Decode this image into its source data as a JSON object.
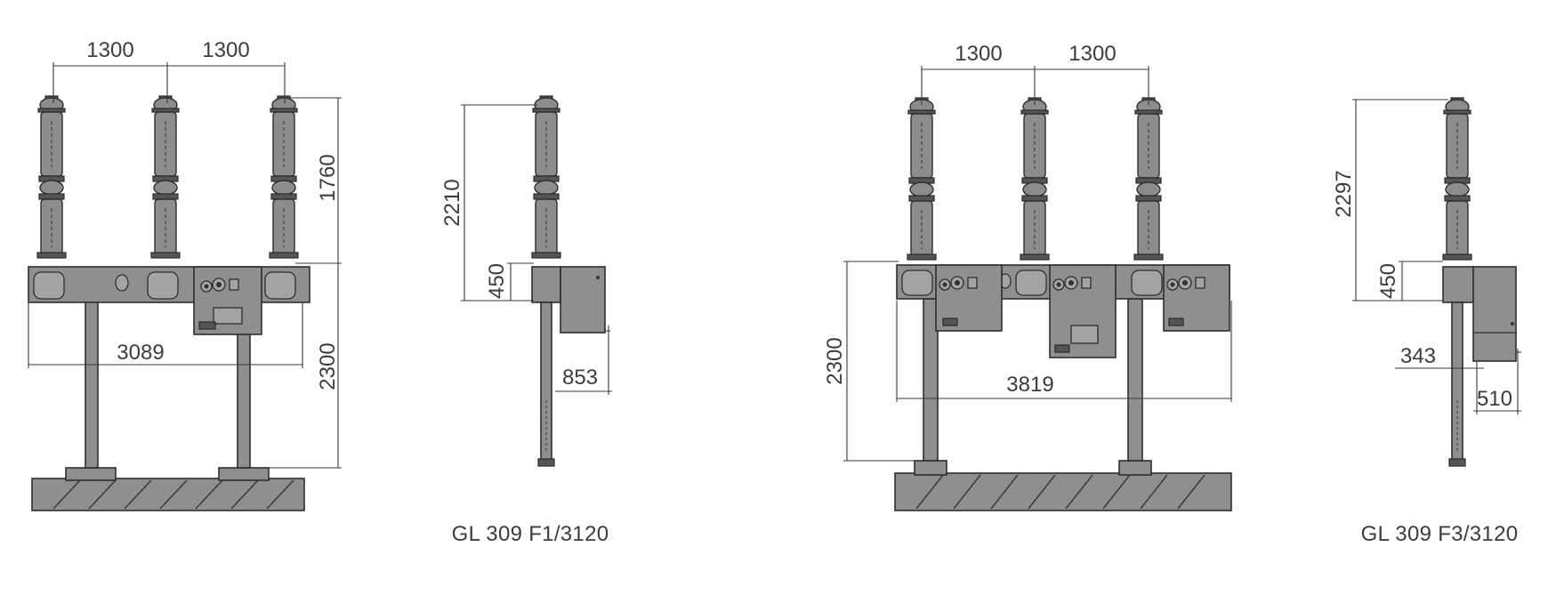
{
  "diagrams": [
    {
      "view": "front",
      "dimensions": {
        "spacing_left": "1300",
        "spacing_right": "1300",
        "pole_height": "1760",
        "width": "3089",
        "base_height": "2300"
      }
    },
    {
      "view": "side",
      "caption": "GL 309 F1/3120",
      "dimensions": {
        "total_height": "2210",
        "head_height": "450",
        "cabinet_offset": "853"
      }
    },
    {
      "view": "front",
      "dimensions": {
        "spacing_left": "1300",
        "spacing_right": "1300",
        "base_height": "2300",
        "width": "3819"
      }
    },
    {
      "view": "side",
      "caption": "GL 309 F3/3120",
      "dimensions": {
        "total_height": "2297",
        "head_height": "450",
        "cabinet_offset": "343",
        "cabinet_depth": "510"
      }
    }
  ],
  "colors": {
    "fill": "#8f8f8f",
    "stroke": "#2e2e2e",
    "text": "#3c3c3c"
  }
}
